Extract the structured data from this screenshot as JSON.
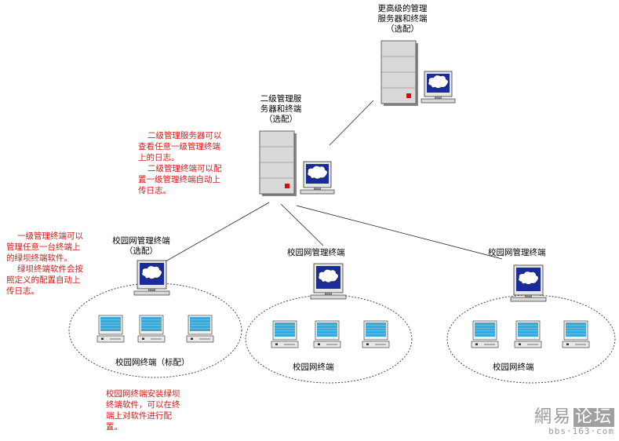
{
  "nodes": {
    "top_server": [
      "更高级的管理",
      "服务器和终端",
      "（选配）"
    ],
    "secondary_server": [
      "二级管理服",
      "务器和终端",
      "（选配）"
    ],
    "campus_manager_left": [
      "校园网管理终端",
      "（选配）"
    ],
    "campus_manager_mid": "校园网管理终端",
    "campus_manager_right": "校园网管理终端",
    "group_left_label": "校园网终端（标配）",
    "group_mid_label": "校园网终端",
    "group_right_label": "校园网终端"
  },
  "notes": {
    "secondary": [
      "二级管理服务器可以",
      "查看任意一级管理终端",
      "上的日志。",
      "二级管理终端可以配",
      "置一级管理终端自动上",
      "传日志。"
    ],
    "first_level": [
      "一级管理终端可以",
      "管理任意一台终端上",
      "的绿坝终端软件。",
      "绿坝终端软件会按",
      "照定义的配置自动上",
      "传日志。"
    ],
    "terminal": [
      "校园网终端安装绿坝",
      "终端软件，可以在终",
      "端上对软件进行配",
      "置。"
    ]
  },
  "watermark": {
    "brand": "網易",
    "forum": "论坛",
    "url": "bbs·163·com"
  },
  "colors": {
    "note_text": "#d21a1a",
    "screen_blue": "#1a2b9c",
    "terminal_screen": "#3aa8d8",
    "tower": "#d9d9d9",
    "power_led": "#d01010"
  }
}
